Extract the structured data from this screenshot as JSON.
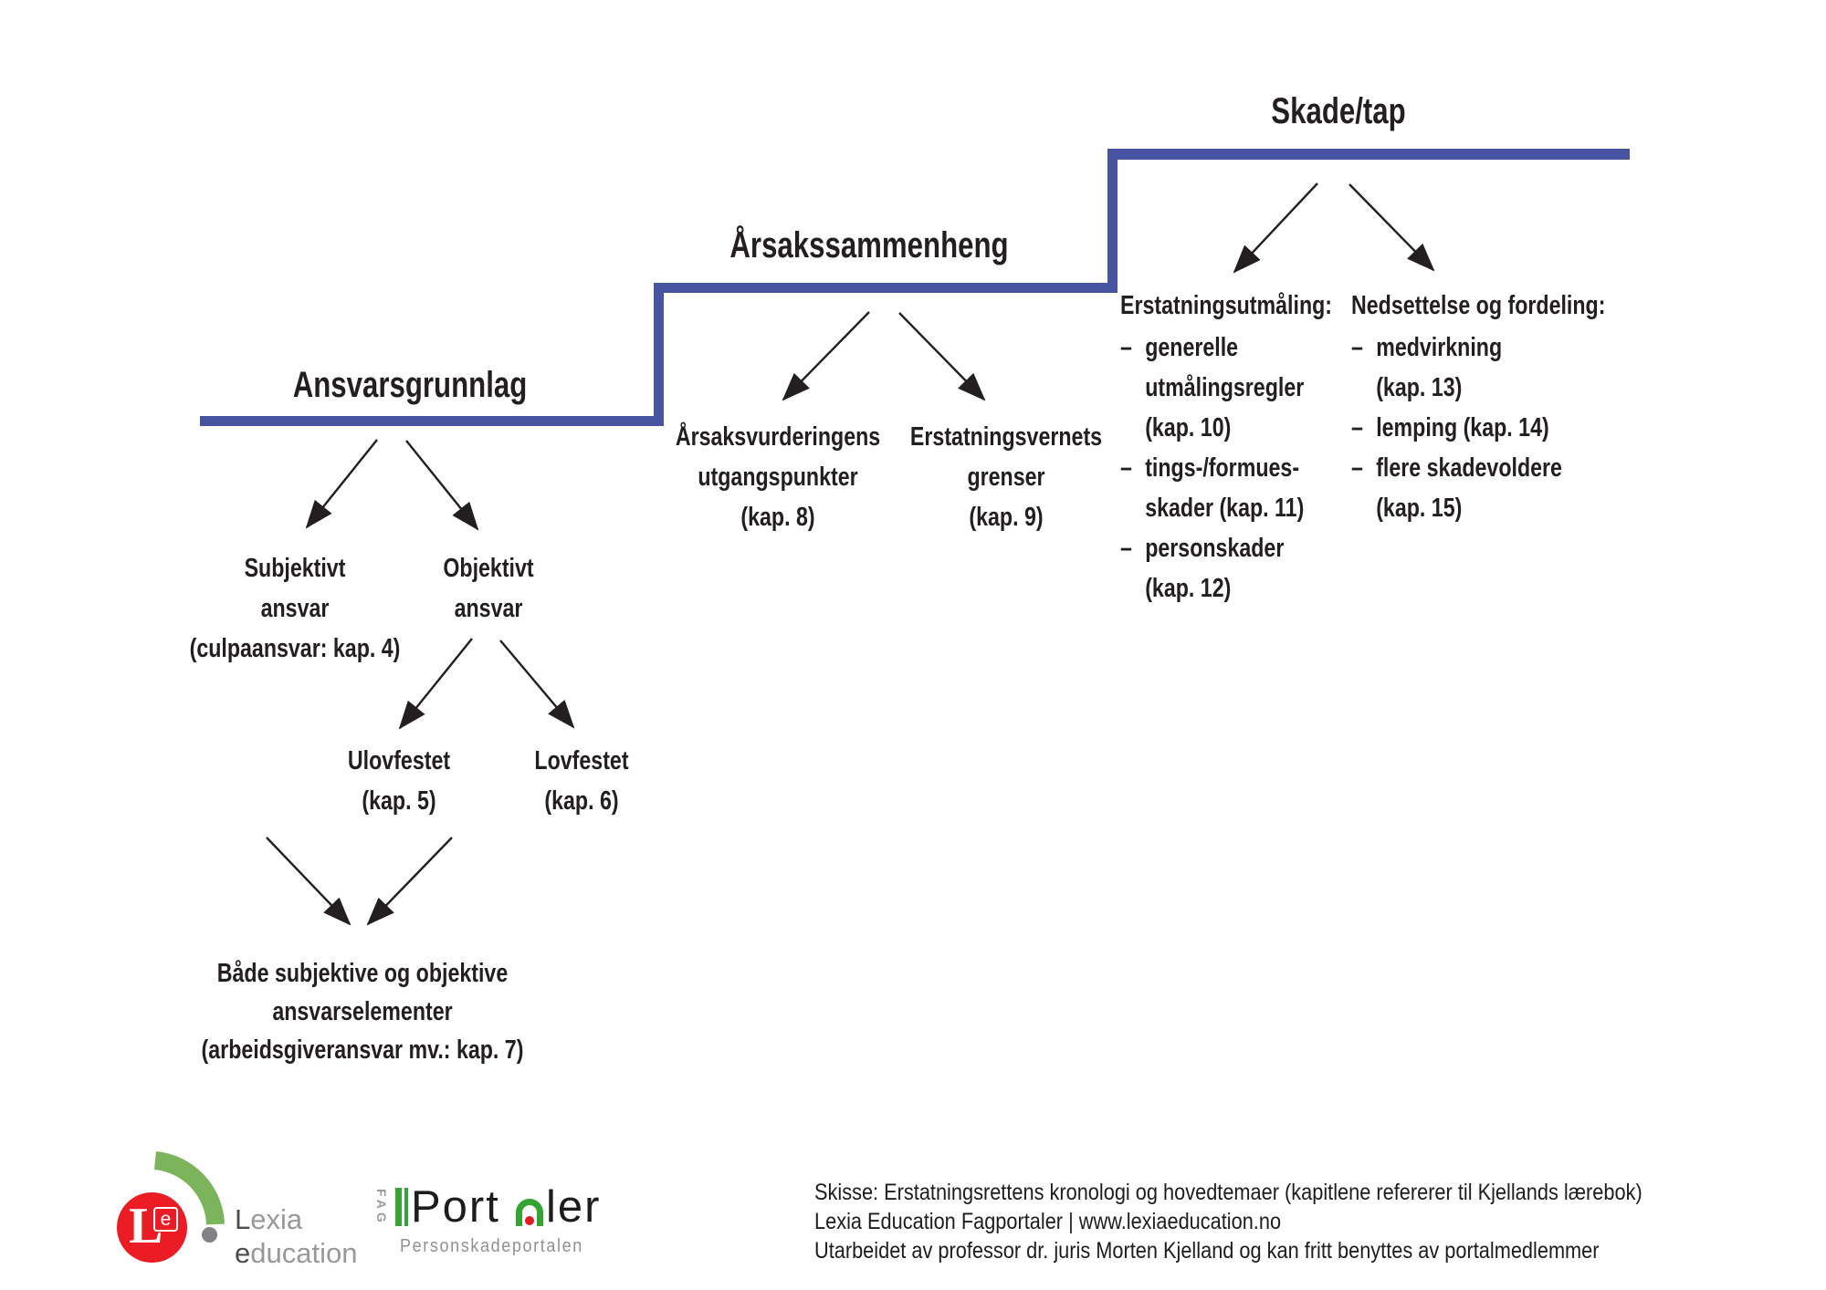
{
  "steps": {
    "ansvarsgrunnlag": "Ansvarsgrunnlag",
    "arsakssammenheng": "Årsakssammenheng",
    "skadetap": "Skade/tap"
  },
  "ui": {
    "bullet": "–"
  },
  "ansvarsgrunnlag_branch": {
    "subjektivt": [
      "Subjektivt",
      "ansvar",
      "(culpaansvar: kap. 4)"
    ],
    "objektivt": [
      "Objektivt",
      "ansvar"
    ],
    "ulovfestet": [
      "Ulovfestet",
      "(kap. 5)"
    ],
    "lovfestet": [
      "Lovfestet",
      "(kap. 6)"
    ],
    "begge": [
      "Både subjektive og objektive",
      "ansvarselementer",
      "(arbeidsgiveransvar mv.: kap. 7)"
    ]
  },
  "arsak_branch": {
    "utgangspunkter": [
      "Årsaksvurderingens",
      "utgangspunkter",
      "(kap. 8)"
    ],
    "grenser": [
      "Erstatningsvernets",
      "grenser",
      "(kap. 9)"
    ]
  },
  "skade_branch": {
    "utmaling": {
      "heading": "Erstatningsutmåling:",
      "items": [
        {
          "lines": [
            "generelle",
            "utmålingsregler",
            "(kap. 10)"
          ]
        },
        {
          "lines": [
            "tings-/formues-",
            "skader (kap. 11)"
          ]
        },
        {
          "lines": [
            "personskader",
            "(kap. 12)"
          ]
        }
      ]
    },
    "nedsettelse": {
      "heading": "Nedsettelse og fordeling:",
      "items": [
        {
          "lines": [
            "medvirkning",
            "(kap. 13)"
          ]
        },
        {
          "lines": [
            "lemping (kap. 14)"
          ]
        },
        {
          "lines": [
            "flere skadevoldere",
            "(kap. 15)"
          ]
        }
      ]
    }
  },
  "footer": {
    "lexia_logo": {
      "monogram": "L",
      "superscript": "e",
      "name_line1_lead": "L",
      "name_line1_rest": "exia",
      "name_line2_lead": "e",
      "name_line2_rest": "ducation"
    },
    "portaler_logo": {
      "vertical_label": "FAG",
      "wordmark_start": "Port",
      "wordmark_end": "ler",
      "subtitle": "Personskadeportalen"
    },
    "caption_lines": [
      "Skisse: Erstatningsrettens kronologi og hovedtemaer (kapitlene refererer til Kjellands lærebok)",
      "Lexia Education Fagportaler | www.lexiaeducation.no",
      "Utarbeidet av professor dr. juris Morten Kjelland og kan fritt benyttes av portalmedlemmer"
    ]
  },
  "colors": {
    "step_line": "#4754a1",
    "text": "#231f20",
    "lexia_red": "#ec1c24",
    "lexia_green": "#7cb45b",
    "lexia_gray": "#808285",
    "portaler_green": "#33a532",
    "portaler_red": "#e01b22"
  }
}
